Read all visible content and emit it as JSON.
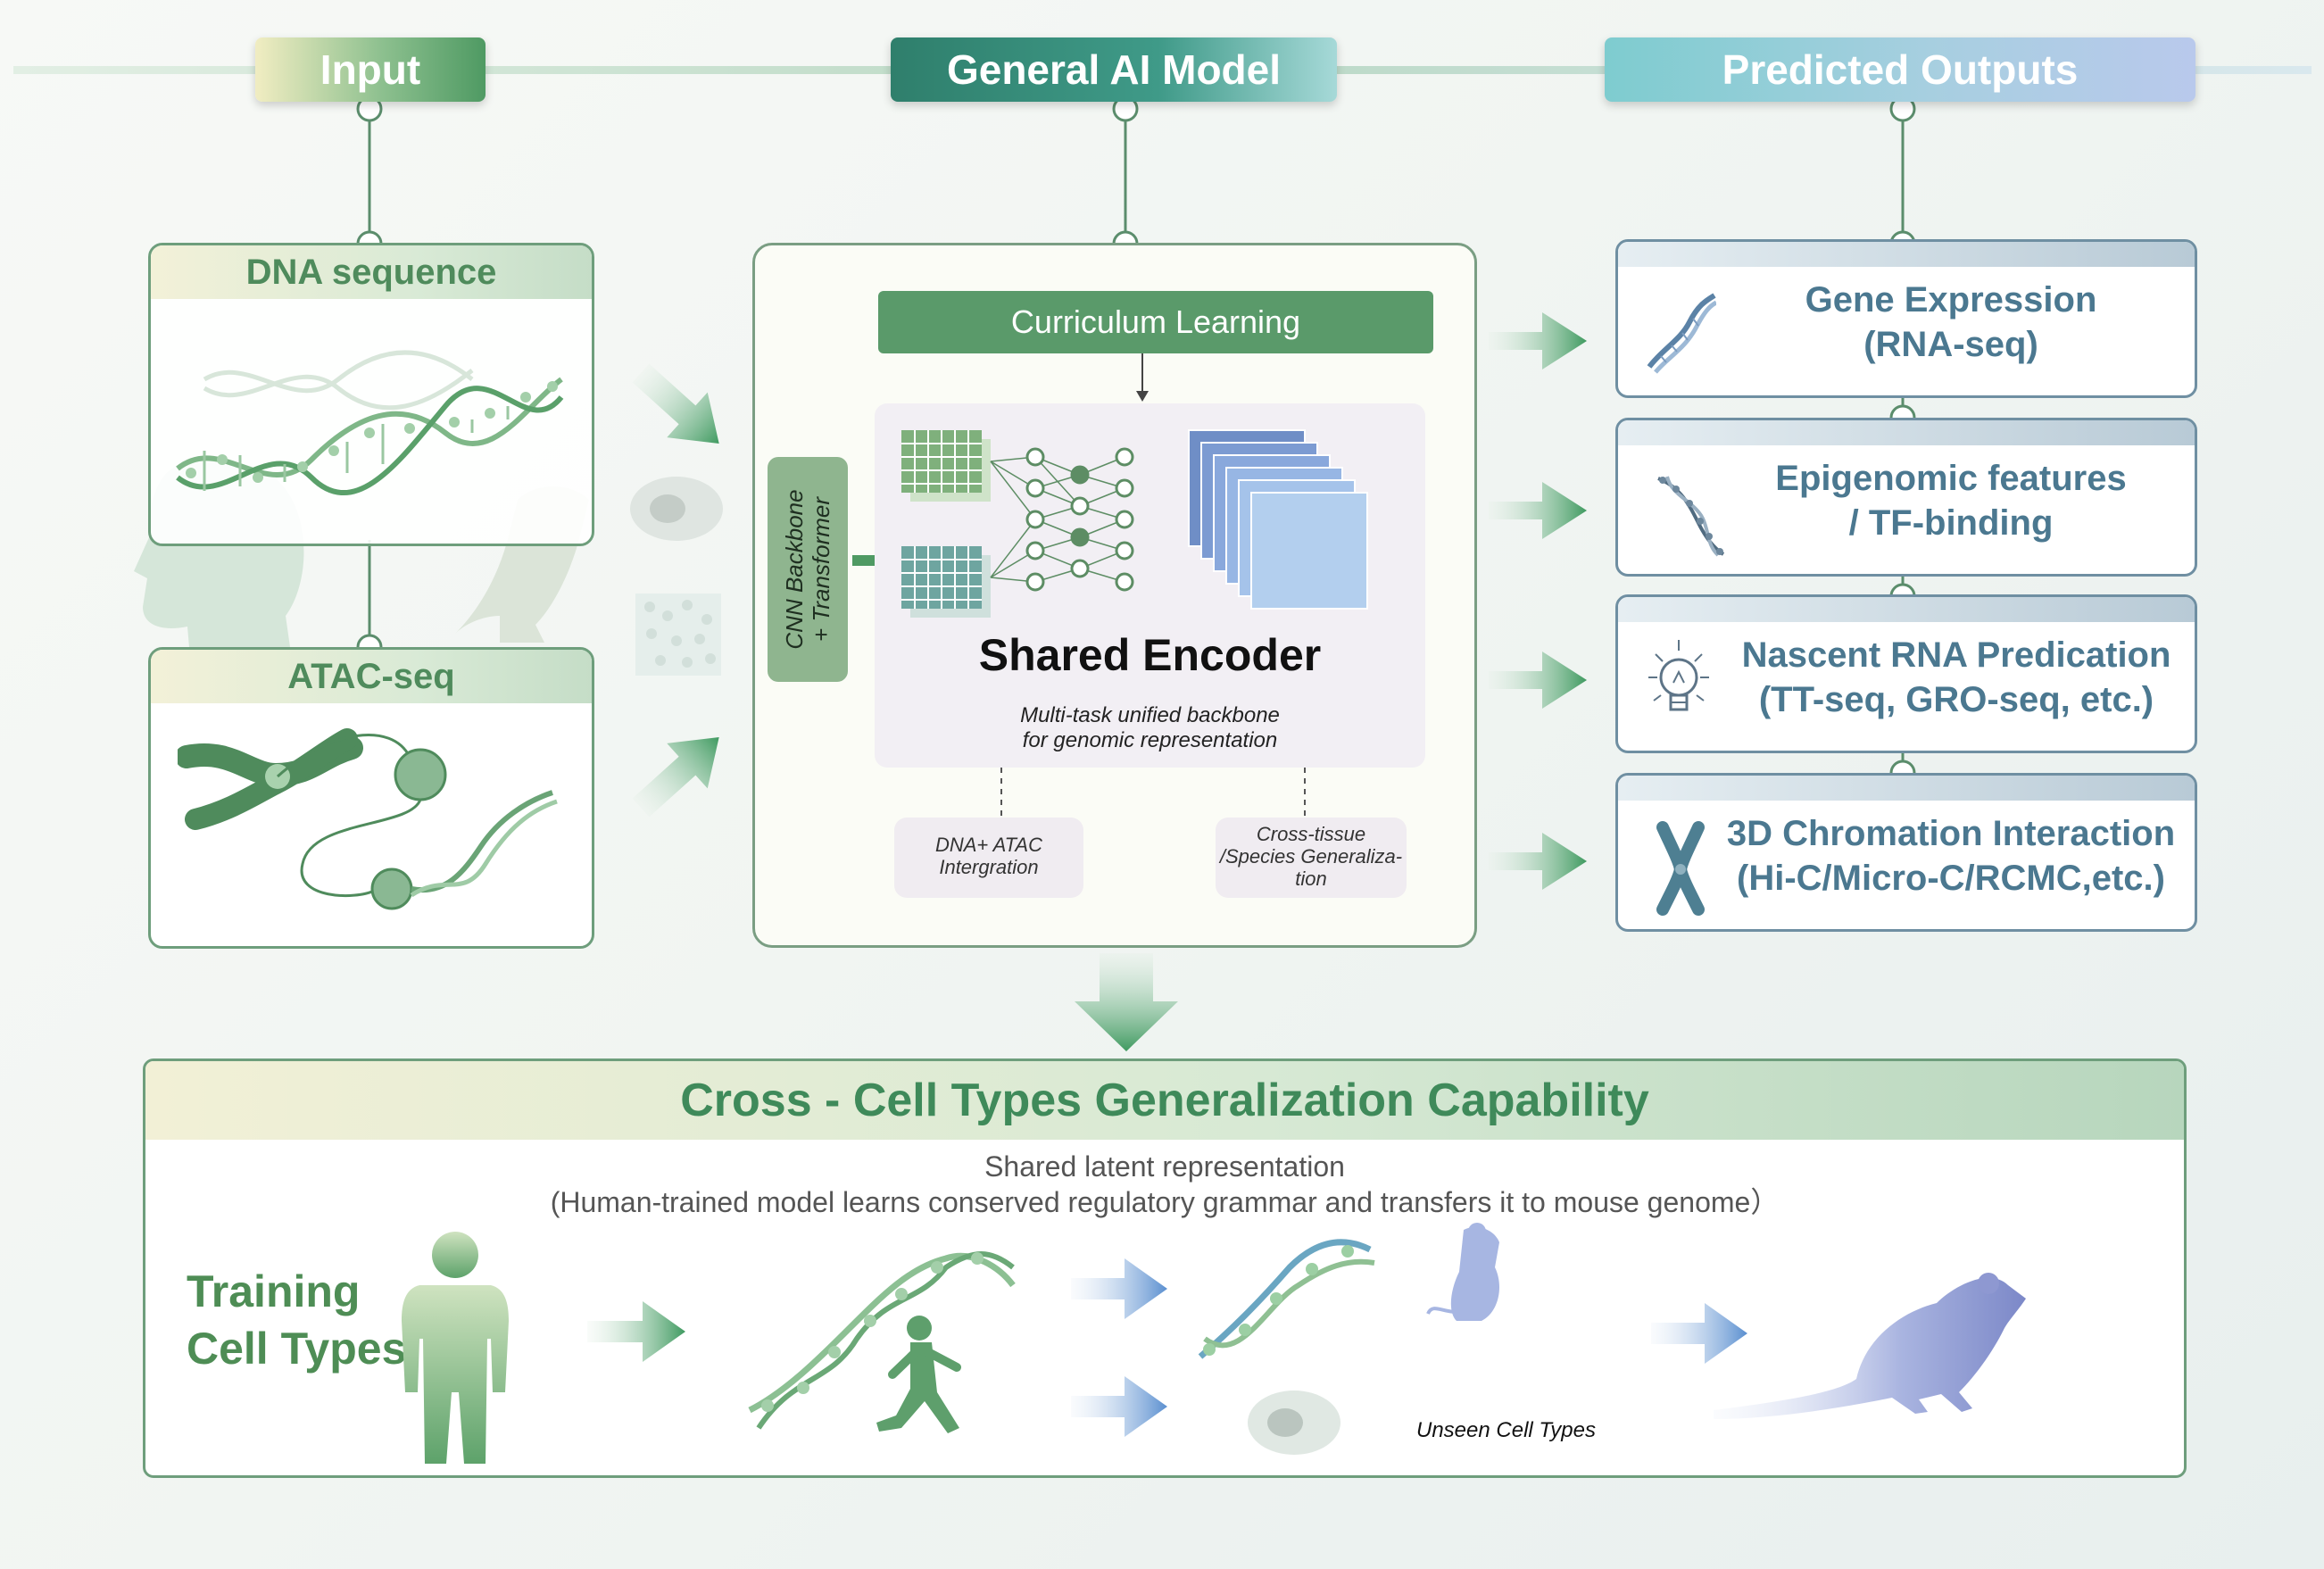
{
  "headers": {
    "input": "Input",
    "model": "General AI Model",
    "outputs": "Predicted Outputs"
  },
  "inputs": {
    "dna_title": "DNA sequence",
    "atac_title": "ATAC-seq"
  },
  "model": {
    "curriculum": "Curriculum  Learning",
    "backbone_line1": "CNN Backbone",
    "backbone_line2": "+  Transformer",
    "encoder_title": "Shared  Encoder",
    "encoder_sub_line1": "Multi-task unified backbone",
    "encoder_sub_line2": "for genomic representation",
    "note1_line1": "DNA+ ATAC",
    "note1_line2": "Intergration",
    "note2_line1": "Cross-tissue",
    "note2_line2": "/Species Generaliza-",
    "note2_line3": "tion"
  },
  "outputs": [
    {
      "line1": "Gene Expression",
      "line2": "(RNA-seq)",
      "icon": "dna-helix-icon"
    },
    {
      "line1": "Epigenomic features",
      "line2": "/ TF-binding",
      "icon": "dna-helix-icon"
    },
    {
      "line1": "Nascent RNA Predication",
      "line2": "(TT-seq, GRO-seq, etc.)",
      "icon": "lightbulb-icon"
    },
    {
      "line1": "3D Chromation Interaction",
      "line2": "(Hi-C/Micro-C/RCMC,etc.)",
      "icon": "chromosome-icon"
    }
  ],
  "bottom": {
    "title": "Cross - Cell Types Generalization Capability",
    "sub_line1": "Shared latent representation",
    "sub_line2": "(Human-trained model learns conserved regulatory grammar and transfers it to mouse genome）",
    "training_line1": "Training",
    "training_line2": "Cell Types",
    "unseen": "Unseen Cell Types"
  },
  "colors": {
    "green_dark": "#2f7a5c",
    "green_mid": "#5a9a6a",
    "green_light": "#a9d2ae",
    "blue_dark": "#4b7890",
    "blue_light": "#aec8ea",
    "purple": "#8e98d1"
  }
}
